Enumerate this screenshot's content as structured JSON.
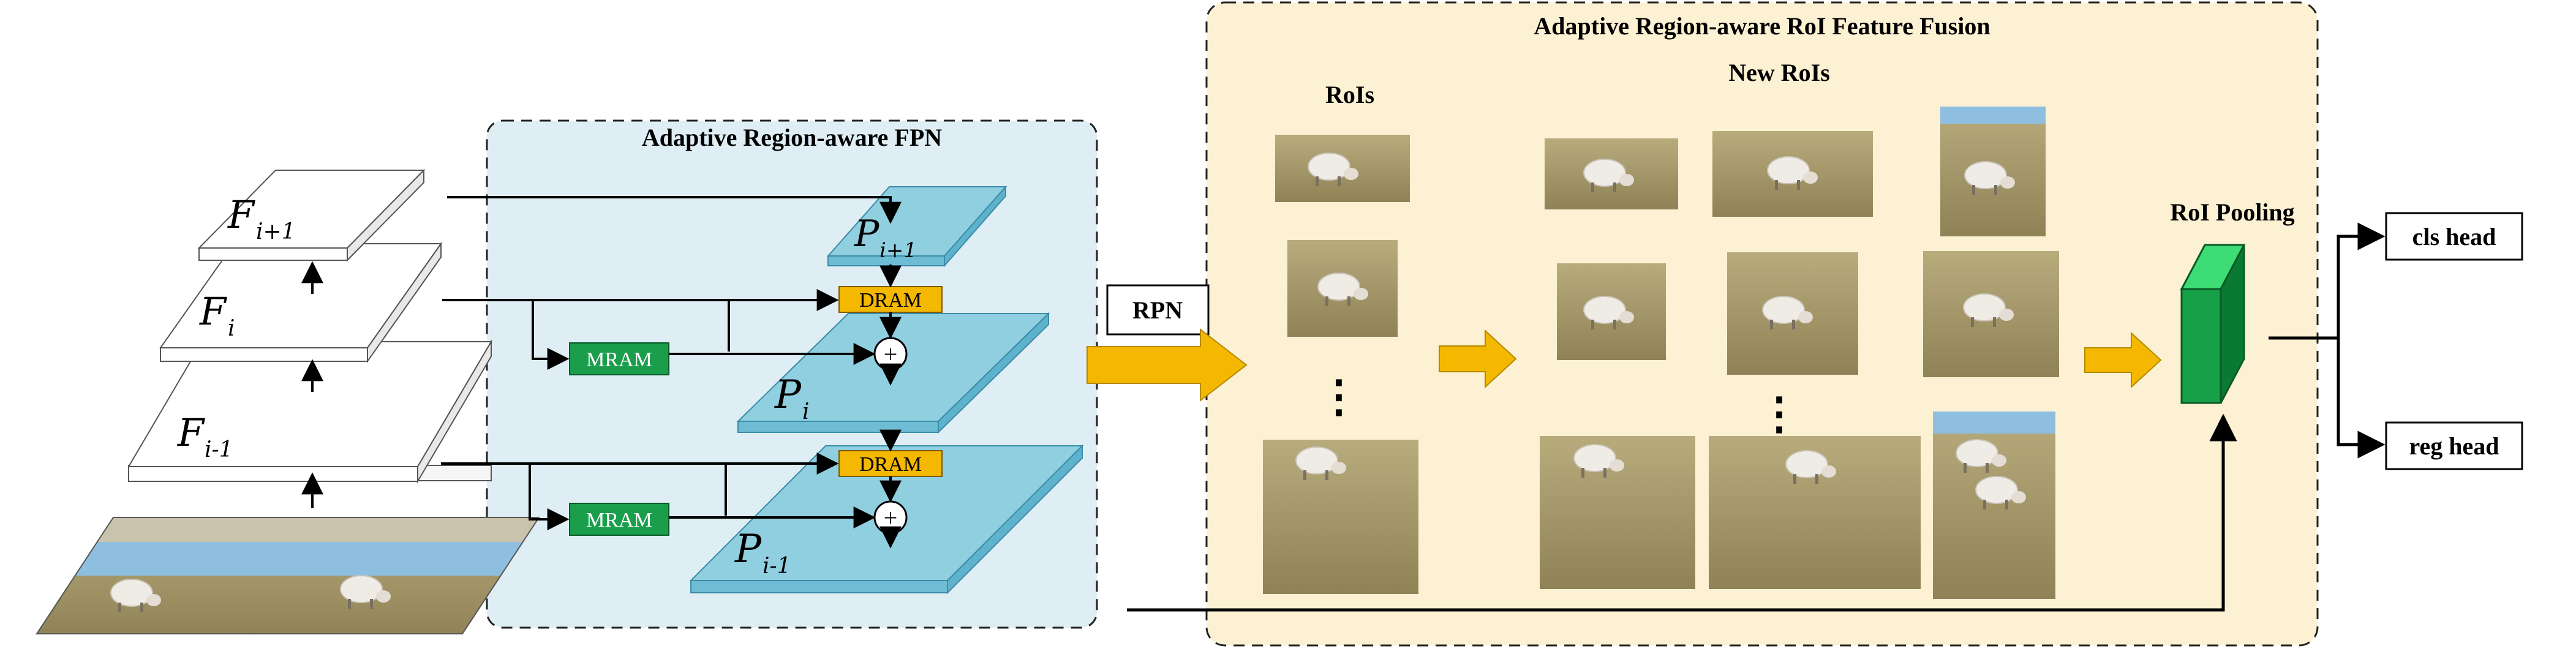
{
  "fpn_panel": {
    "title": "Adaptive Region-aware FPN",
    "bg_color": "#dfeef4"
  },
  "fusion_panel": {
    "title": "Adaptive Region-aware RoI Feature Fusion",
    "bg_color": "#fcf1d2"
  },
  "backbone": {
    "levels": [
      {
        "symbol": "F",
        "subscript": "i+1"
      },
      {
        "symbol": "F",
        "subscript": "i"
      },
      {
        "symbol": "F",
        "subscript": "i-1"
      }
    ]
  },
  "pyramid": {
    "levels": [
      {
        "symbol": "P",
        "subscript": "i+1"
      },
      {
        "symbol": "P",
        "subscript": "i"
      },
      {
        "symbol": "P",
        "subscript": "i-1"
      }
    ],
    "color": "#8fcfe0"
  },
  "modules": {
    "dram_label": "DRAM",
    "mram_label": "MRAM",
    "plus_symbol": "+",
    "dram_color": "#f5b800",
    "mram_color": "#1a9e4c"
  },
  "rpn_label": "RPN",
  "rois_label": "RoIs",
  "new_rois_label": "New RoIs",
  "ellipsis": "⋮",
  "roi_pooling_label": "RoI Pooling",
  "heads": {
    "cls": "cls head",
    "reg": "reg head"
  },
  "colors": {
    "arrow_yellow": "#f5b800",
    "pool_green": "#0f8c3e",
    "grass": "#a89a68",
    "sheep": "#ece8e2",
    "water": "#8fbfe0"
  }
}
